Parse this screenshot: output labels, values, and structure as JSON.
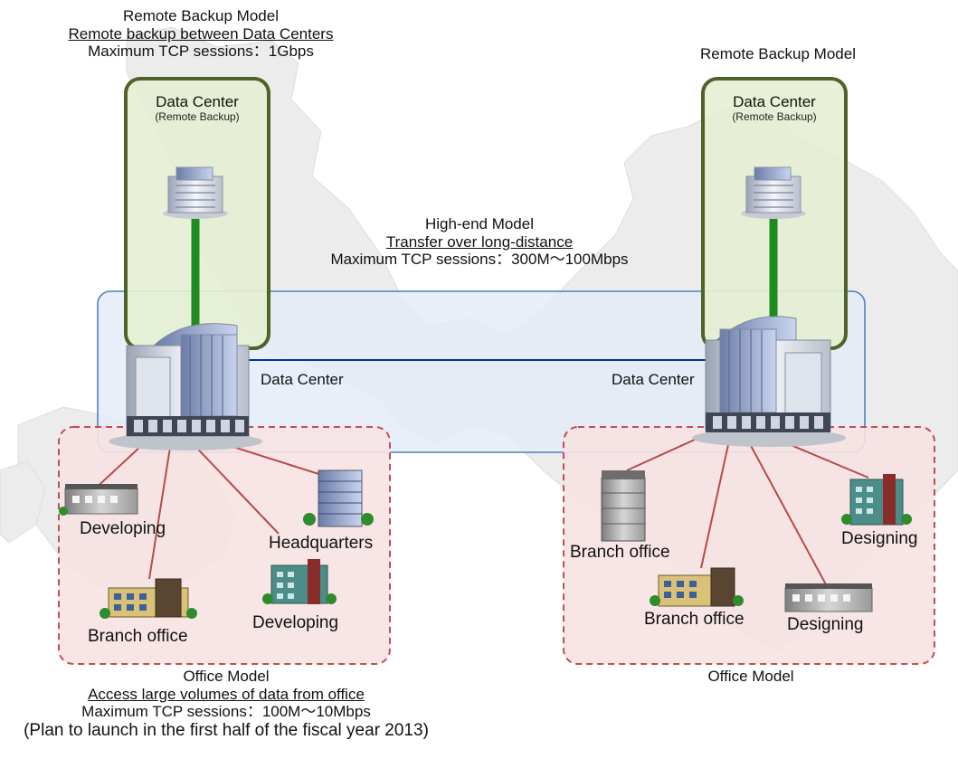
{
  "top_left": {
    "title": "Remote Backup Model",
    "subtitle": "Remote backup between Data Centers",
    "spec": "Maximum TCP sessions：1Gbps"
  },
  "top_right": {
    "title": "Remote Backup Model"
  },
  "remote_dc_left": {
    "title": "Data Center",
    "subtitle": "(Remote Backup)"
  },
  "remote_dc_right": {
    "title": "Data Center",
    "subtitle": "(Remote Backup)"
  },
  "highend": {
    "title": "High-end Model",
    "subtitle": "Transfer  over long-distance",
    "spec": "Maximum TCP sessions：300M〜100Mbps"
  },
  "main_dc_left_label": "Data Center",
  "main_dc_right_label": "Data Center",
  "left_office": {
    "developing_1": "Developing",
    "headquarters": "Headquarters",
    "branch_office": "Branch office",
    "developing_2": "Developing"
  },
  "right_office": {
    "branch_office_1": "Branch office",
    "designing_1": "Designing",
    "branch_office_2": "Branch office",
    "designing_2": "Designing"
  },
  "bottom_left": {
    "title": "Office Model",
    "subtitle": "Access large volumes of data from office",
    "spec": "Maximum TCP sessions：100M〜10Mbps",
    "note": "(Plan to launch in the first half of the fiscal year 2013)"
  },
  "bottom_right": {
    "title": "Office Model"
  },
  "colors": {
    "remote_box_fill": "#e6efd3",
    "remote_box_stroke": "#4f6228",
    "highend_box_fill": "#e4ecf7",
    "highend_box_stroke": "#4f81bd",
    "office_box_fill": "#f7e3e3",
    "office_box_stroke": "#c0504d",
    "green_link": "#1f8a1f",
    "blue_link": "#0033a0",
    "office_link": "#b94a4a"
  }
}
